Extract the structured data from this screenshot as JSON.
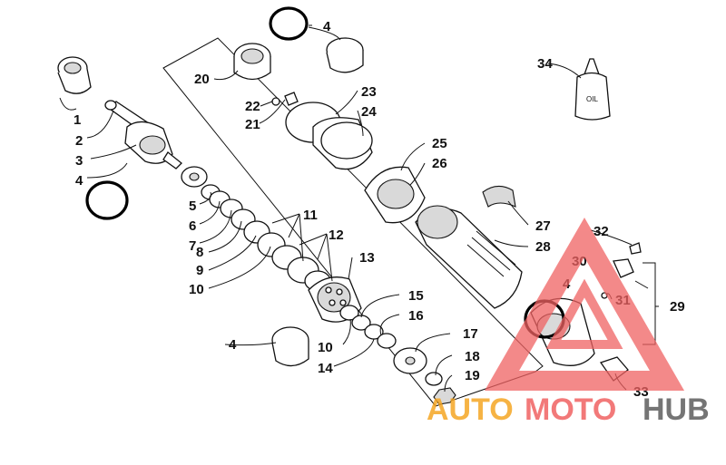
{
  "diagram": {
    "labels": [
      "1",
      "2",
      "3",
      "4",
      "5",
      "6",
      "7",
      "8",
      "9",
      "10",
      "11",
      "12",
      "13",
      "14",
      "15",
      "16",
      "17",
      "18",
      "19",
      "20",
      "21",
      "22",
      "23",
      "24",
      "25",
      "26",
      "27",
      "28",
      "29",
      "30",
      "31",
      "32",
      "33",
      "34"
    ],
    "repeat_labels": {
      "4b": "4",
      "4c": "4",
      "4d": "4",
      "10b": "10"
    },
    "oil_bottle_text": "OIL"
  },
  "watermark": {
    "brand_part1": "AUTO",
    "brand_part2": "MOTO",
    "brand_part3": "HUB",
    "colors": {
      "orange": "#f5a623",
      "red": "#f06262",
      "gray": "#666666"
    }
  }
}
